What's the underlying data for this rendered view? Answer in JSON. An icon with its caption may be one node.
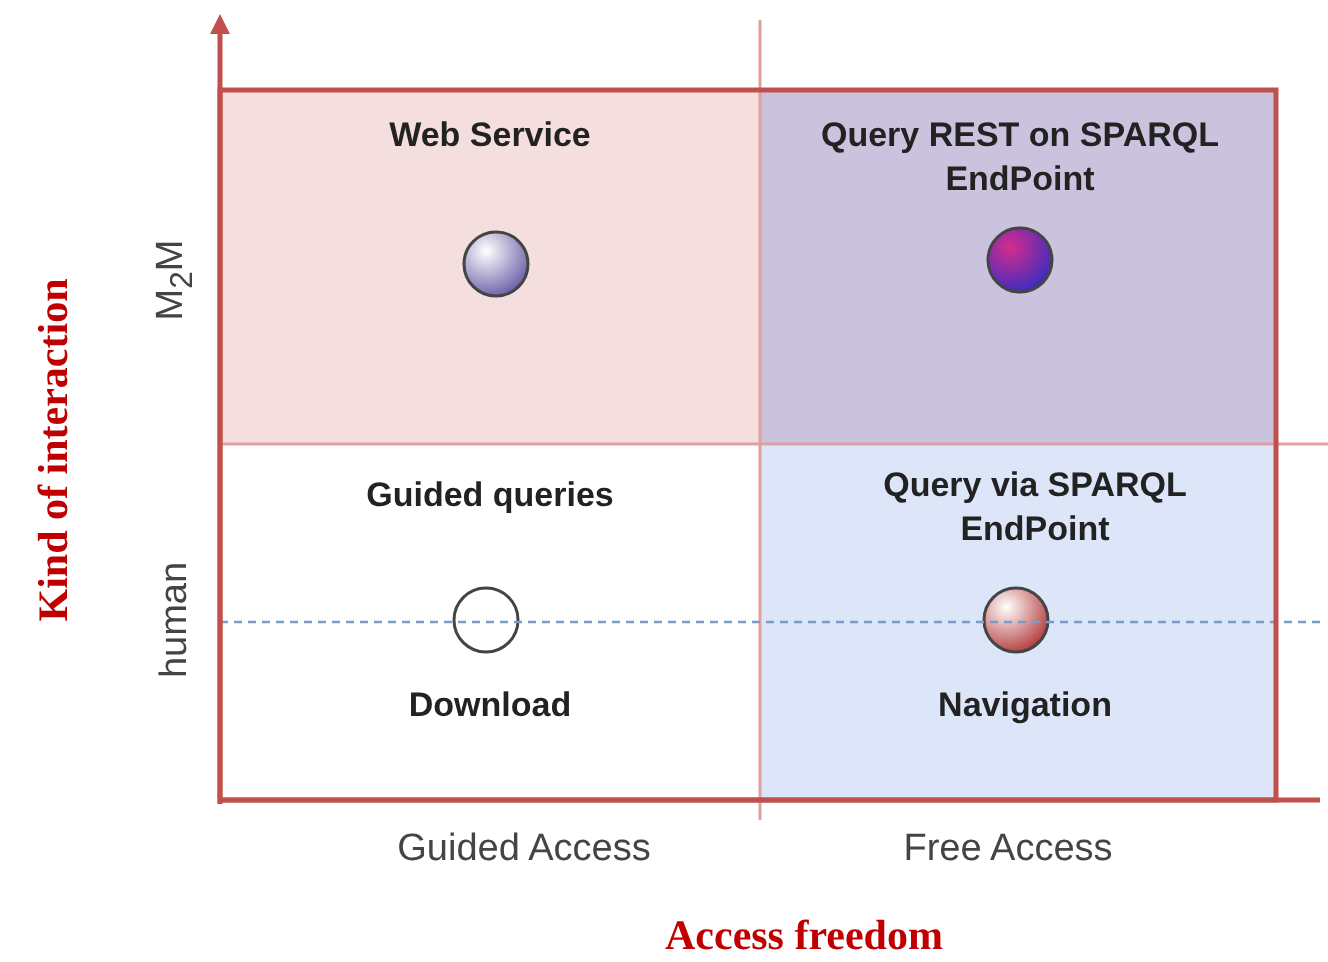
{
  "diagram": {
    "nodes": [
      {
        "text": [
          "Web Service"
        ]
      },
      {
        "text": [
          "Query REST on SPARQL EndPoint"
        ]
      },
      {
        "text": [
          "Guided queries",
          "Download"
        ]
      },
      {
        "text": [
          "Query via SPARQL EndPoint",
          "Navigation"
        ]
      }
    ],
    "labels": [
      "M$_{2}$M",
      "human",
      "Guided Access",
      "Free Access",
      "Kind of interaction",
      "Access freedom"
    ]
  }
}
